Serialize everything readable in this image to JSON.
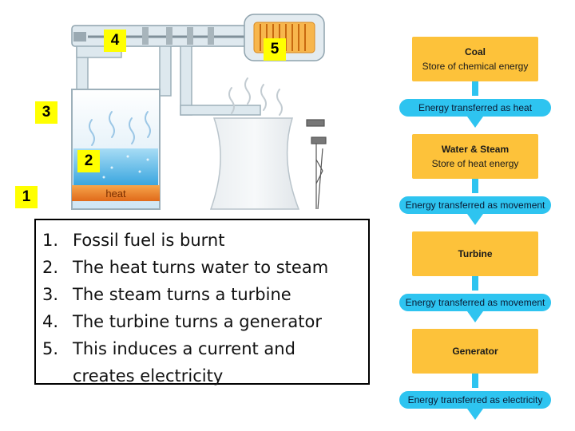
{
  "labels": [
    "4",
    "5",
    "3",
    "2",
    "1"
  ],
  "heat_label": "heat",
  "steps": [
    {
      "num": "1.",
      "text": "Fossil fuel is burnt"
    },
    {
      "num": "2.",
      "text": "The heat turns water to steam"
    },
    {
      "num": "3.",
      "text": "The steam turns a turbine"
    },
    {
      "num": "4.",
      "text": "The turbine turns a generator"
    },
    {
      "num": "5.",
      "text": "This induces a current and creates electricity"
    }
  ],
  "flow": {
    "stores": [
      {
        "title": "Coal",
        "sub": "Store of chemical energy"
      },
      {
        "title": "Water & Steam",
        "sub": "Store of heat energy"
      },
      {
        "title": "Turbine",
        "sub": ""
      },
      {
        "title": "Generator",
        "sub": ""
      }
    ],
    "transfers": [
      "Energy transferred as heat",
      "Energy transferred as movement",
      "Energy transferred as movement",
      "Energy transferred as electricity"
    ]
  },
  "colors": {
    "label_bg": "#ffff00",
    "store_box": "#fdc23a",
    "transfer_pill": "#2ec4f0",
    "arrow": "#2ec4f0",
    "heat": "#f08a24",
    "water": "#7cc8ee",
    "pipe": "#d8e6ee"
  }
}
